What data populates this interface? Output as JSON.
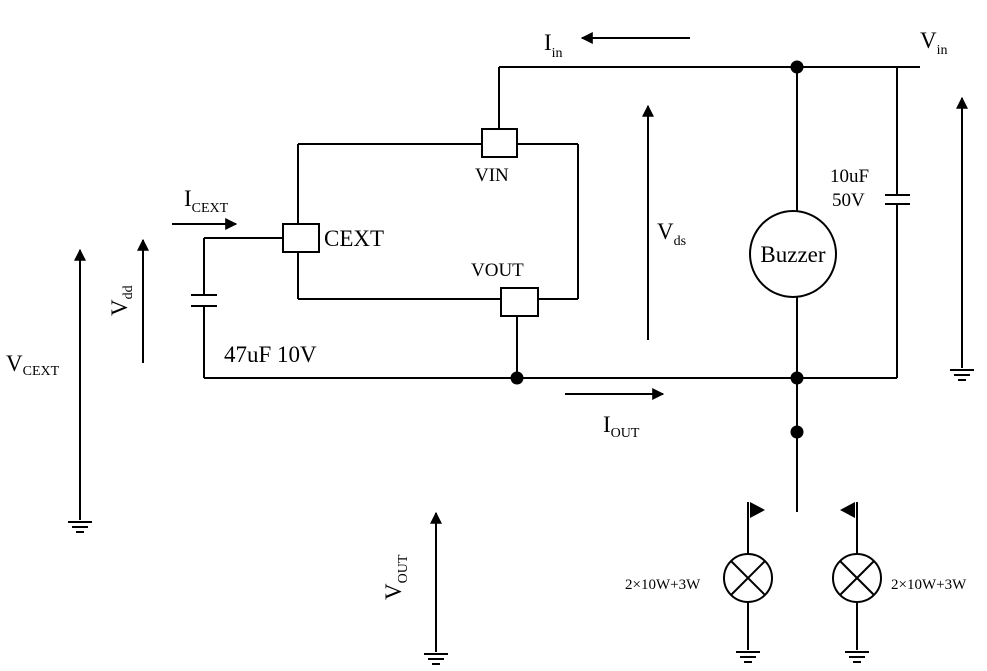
{
  "labels": {
    "iin_main": "I",
    "iin_sub": "in",
    "vin_main": "V",
    "vin_sub": "in",
    "pin_vin": "VIN",
    "pin_cext": "CEXT",
    "pin_vout": "VOUT",
    "icext_main": "I",
    "icext_sub": "CEXT",
    "vdd_main": "V",
    "vdd_sub": "dd",
    "vcext_main": "V",
    "vcext_sub": "CEXT",
    "vds_main": "V",
    "vds_sub": "ds",
    "cap_small_value": "10uF",
    "cap_small_voltage": "50V",
    "buzzer": "Buzzer",
    "cap_large": "47uF 10V",
    "iout_main": "I",
    "iout_sub": "OUT",
    "vout_main": "V",
    "vout_sub": "OUT",
    "lamp_left": "2×10W+3W",
    "lamp_right": "2×10W+3W"
  }
}
